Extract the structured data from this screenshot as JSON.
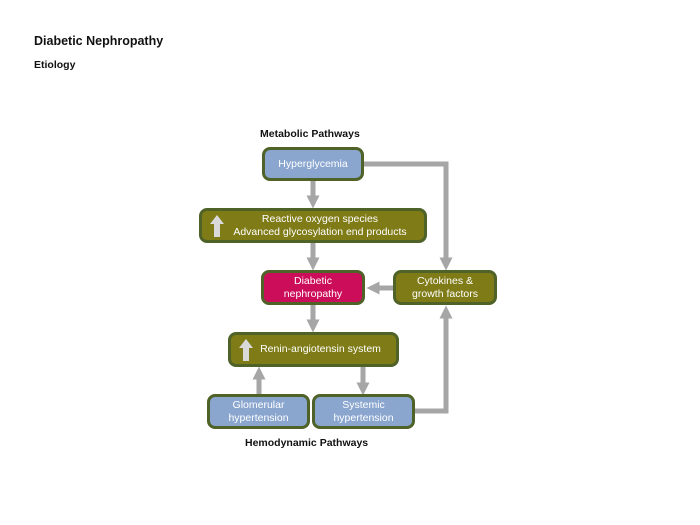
{
  "header": {
    "title": "Diabetic Nephropathy",
    "subtitle": "Etiology"
  },
  "diagram": {
    "section_top": "Metabolic Pathways",
    "section_bottom": "Hemodynamic Pathways",
    "nodes": {
      "hyperglycemia": {
        "line1": "Hyperglycemia"
      },
      "ros_age": {
        "line1": "Reactive oxygen species",
        "line2": "Advanced glycosylation end products",
        "indicator": "increase-arrow"
      },
      "nephropathy": {
        "line1": "Diabetic",
        "line2": "nephropathy"
      },
      "cytokines": {
        "line1": "Cytokines &",
        "line2": "growth factors"
      },
      "ras": {
        "line1": "Renin-angiotensin system",
        "indicator": "increase-arrow"
      },
      "glomerular": {
        "line1": "Glomerular",
        "line2": "hypertension"
      },
      "systemic": {
        "line1": "Systemic",
        "line2": "hypertension"
      }
    },
    "edges": [
      {
        "from": "hyperglycemia",
        "to": "ros_age"
      },
      {
        "from": "ros_age",
        "to": "nephropathy"
      },
      {
        "from": "hyperglycemia",
        "to": "cytokines"
      },
      {
        "from": "cytokines",
        "to": "nephropathy"
      },
      {
        "from": "nephropathy",
        "to": "ras"
      },
      {
        "from": "glomerular",
        "to": "ras"
      },
      {
        "from": "ras",
        "to": "systemic"
      },
      {
        "from": "systemic",
        "to": "cytokines"
      }
    ],
    "colors": {
      "blue_fill": "#8aa6cf",
      "olive_fill": "#7f7b17",
      "crimson_fill": "#cc0e5a",
      "node_border": "#4f6228",
      "connector": "#a6a6a6",
      "text": "#ffffff"
    }
  }
}
